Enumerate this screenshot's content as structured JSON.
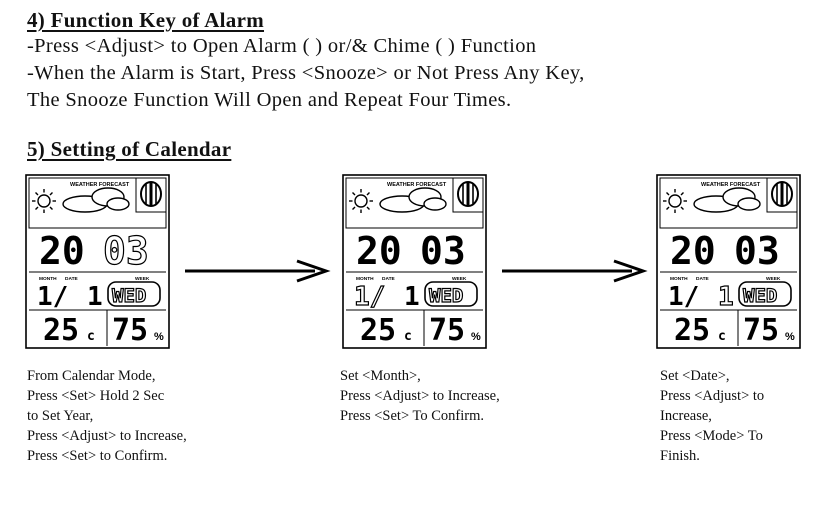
{
  "section4": {
    "heading": "4) Function Key of Alarm",
    "line1": "-Press <Adjust> to Open Alarm ( ) or/& Chime ( ) Function",
    "line2": "-When the Alarm is Start, Press <Snooze> or Not Press Any Key,",
    "line3": "The Snooze Function Will Open and Repeat Four Times."
  },
  "section5": {
    "heading": "5) Setting of Calendar"
  },
  "lcd": {
    "forecast_label": "WEATHER FORECAST",
    "month_label": "MONTH",
    "date_label": "DATE",
    "week_label": "WEEK",
    "year_prefix": "20",
    "year_suffix": "03",
    "month": "1/",
    "date": "1",
    "weekday": "WED",
    "temperature": "25",
    "temp_unit": "c",
    "humidity": "75",
    "humidity_unit": "%"
  },
  "steps": [
    {
      "caption": "From Calendar Mode,\nPress <Set> Hold 2 Sec\nto Set Year,\nPress <Adjust> to Increase,\nPress <Set> to Confirm.",
      "blinking": "year"
    },
    {
      "caption": "Set <Month>,\nPress <Adjust> to Increase,\nPress <Set> To Confirm.",
      "blinking": "month"
    },
    {
      "caption": "Set <Date>,\nPress <Adjust> to\nIncrease,\nPress <Mode> To\nFinish.",
      "blinking": "date"
    }
  ]
}
